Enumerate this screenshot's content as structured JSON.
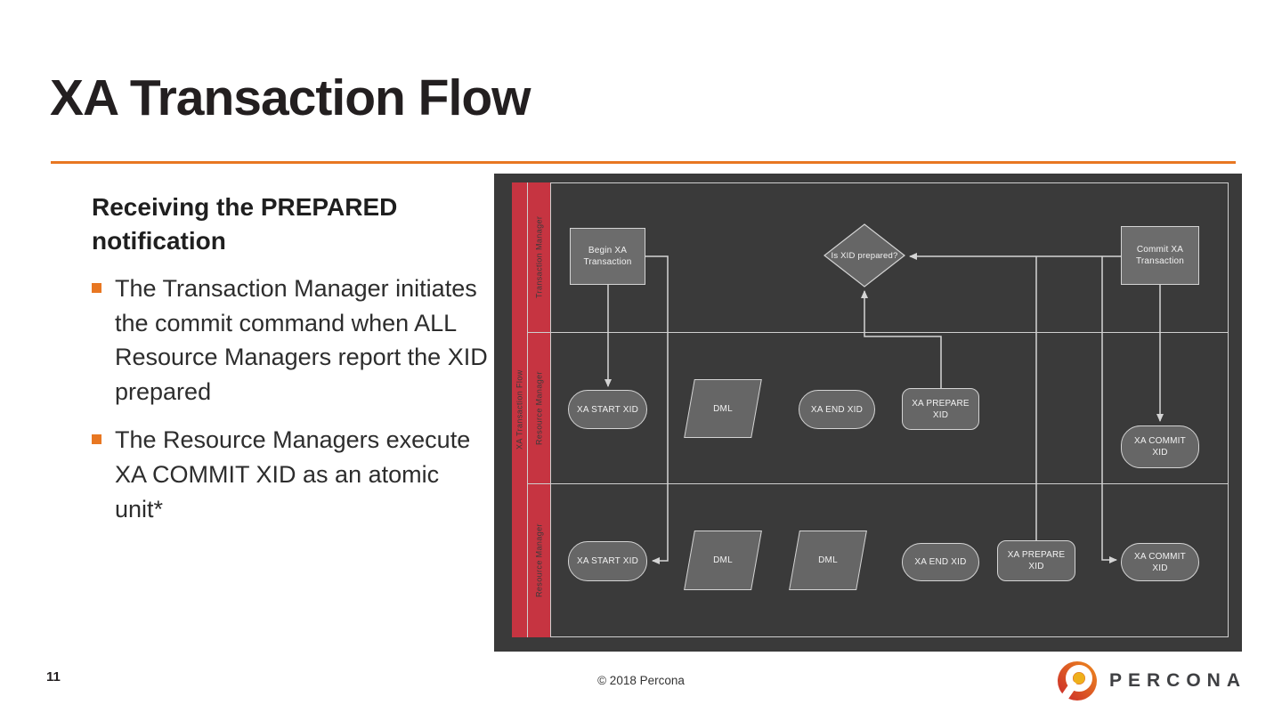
{
  "slide": {
    "title": "XA Transaction Flow",
    "page_number": "11",
    "copyright": "© 2018 Percona"
  },
  "content": {
    "heading": "Receiving the PREPARED notification",
    "bullets": [
      {
        "text": "The Transaction Manager initiates the commit command when ALL Resource Managers report the XID prepared"
      },
      {
        "text": "The Resource Managers execute XA COMMIT XID as an atomic unit*"
      }
    ]
  },
  "diagram": {
    "frame_title": "XA Transaction Flow",
    "lanes": [
      {
        "label": "Transaction Manager"
      },
      {
        "label": "Resource Manager"
      },
      {
        "label": "Resource Manager"
      }
    ],
    "nodes": {
      "begin_xa": "Begin XA Transaction",
      "is_xid_prepared": "Is XID prepared?",
      "commit_xa": "Commit XA Transaction",
      "rm1_xa_start": "XA START XID",
      "rm1_dml": "DML",
      "rm1_xa_end": "XA END XID",
      "rm1_xa_prepare": "XA PREPARE XID",
      "rm1_xa_commit": "XA COMMIT XID",
      "rm2_xa_start": "XA START XID",
      "rm2_dml_1": "DML",
      "rm2_dml_2": "DML",
      "rm2_xa_end": "XA END XID",
      "rm2_xa_prepare": "XA PREPARE XID",
      "rm2_xa_commit": "XA COMMIT XID"
    },
    "colors": {
      "background": "#3a3a3a",
      "lane_red": "#c63441",
      "node_fill": "#666666",
      "line": "#d4d4d4"
    }
  },
  "footer_logo": {
    "brand": "PERCONA",
    "colors": {
      "red": "#c9242b",
      "orange": "#ef8e1e",
      "gold": "#eeb01c"
    }
  },
  "theme": {
    "accent_orange": "#e87722",
    "text_dark": "#262626"
  }
}
